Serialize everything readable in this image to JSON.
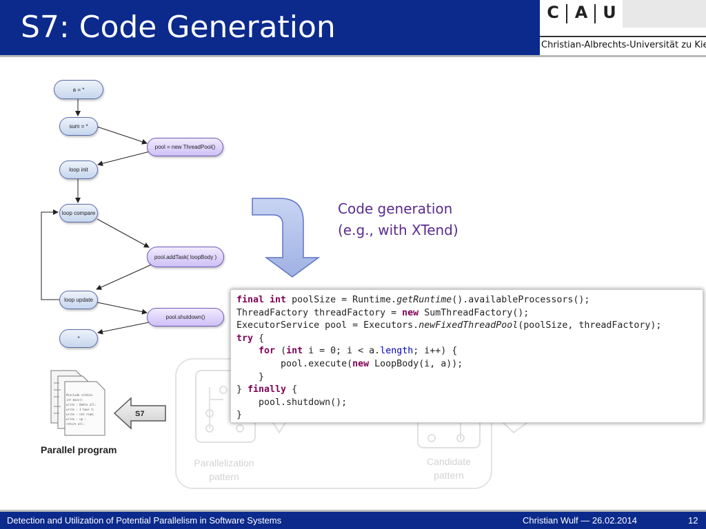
{
  "slide": {
    "title": "S7: Code Generation",
    "logo_letters": [
      "C",
      "A",
      "U"
    ],
    "logo_subtitle": "Christian-Albrechts-Universität zu Kiel"
  },
  "flowchart": {
    "nodes": [
      {
        "id": "a",
        "label": "a = *"
      },
      {
        "id": "sum",
        "label": "sum = *"
      },
      {
        "id": "pool",
        "label": "pool = new ThreadPool()"
      },
      {
        "id": "loopinit",
        "label": "loop init"
      },
      {
        "id": "loopcompare",
        "label": "loop compare"
      },
      {
        "id": "addtask",
        "label": "pool.addTask( loopBody )"
      },
      {
        "id": "loopupdate",
        "label": "loop update"
      },
      {
        "id": "shutdown",
        "label": "pool.shutdown()"
      },
      {
        "id": "end",
        "label": "*"
      }
    ]
  },
  "code_generation_note": {
    "line1": "Code generation",
    "line2": "(e.g., with XTend)"
  },
  "code": [
    "final int poolSize = Runtime.getRuntime().availableProcessors();",
    "ThreadFactory threadFactory = new SumThreadFactory();",
    "ExecutorService pool = Executors.newFixedThreadPool(poolSize, threadFactory);",
    "try {",
    "    for (int i = 0; i < a.length; i++) {",
    "        pool.execute(new LoopBody(i, a));",
    "    }",
    "} finally {",
    "    pool.shutdown();",
    "}"
  ],
  "left_panel": {
    "arrow_label": "S7",
    "document_label": "Parallel program",
    "document_lines": [
      "#include <stdio>",
      "int main()",
      "write : Bable all;",
      "write : I have t;",
      "write : not read;",
      "write : up :",
      "return all;"
    ]
  },
  "background": {
    "label_left": "Parallelization pattern",
    "label_right": "Candidate pattern"
  },
  "footer": {
    "left": "Detection and Utilization of Potential Parallelism in Software Systems",
    "center": "Christian Wulf — 26.02.2014",
    "page": "12"
  }
}
